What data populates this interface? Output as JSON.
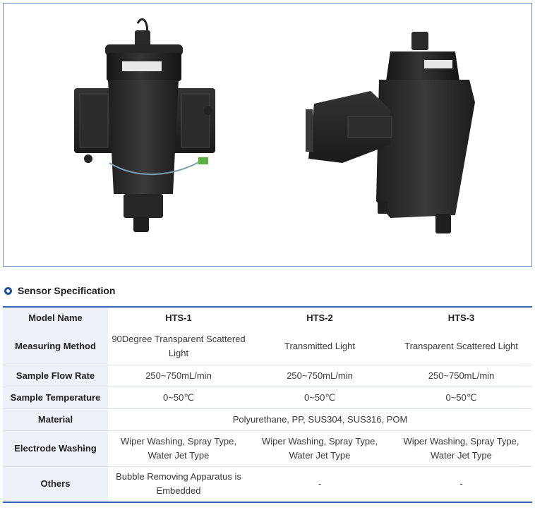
{
  "section": {
    "title": "Sensor Specification"
  },
  "table": {
    "columns": [
      "Model Name",
      "HTS-1",
      "HTS-2",
      "HTS-3"
    ],
    "rows": [
      {
        "label": "Measuring Method",
        "values": [
          "90Degree Transparent Scattered Light",
          "Transmitted Light",
          "Transparent Scattered Light"
        ]
      },
      {
        "label": "Sample Flow Rate",
        "values": [
          "250~750mL/min",
          "250~750mL/min",
          "250~750mL/min"
        ]
      },
      {
        "label": "Sample Temperature",
        "values": [
          "0~50℃",
          "0~50℃",
          "0~50℃"
        ]
      },
      {
        "label": "Material",
        "merged": "Polyurethane, PP, SUS304, SUS316, POM"
      },
      {
        "label": "Electrode Washing",
        "values": [
          "Wiper Washing, Spray Type, Water Jet Type",
          "Wiper Washing, Spray Type, Water Jet Type",
          "Wiper Washing, Spray Type, Water Jet Type"
        ]
      },
      {
        "label": "Others",
        "values": [
          "Bubble Removing Apparatus is Embedded",
          "-",
          "-"
        ]
      }
    ]
  },
  "colors": {
    "accent": "#2f64b7",
    "header_bg": "#edf1f8",
    "bullet": "#1d4f9c",
    "frame": "#6f8fc0",
    "device": "#2b2b2b"
  }
}
